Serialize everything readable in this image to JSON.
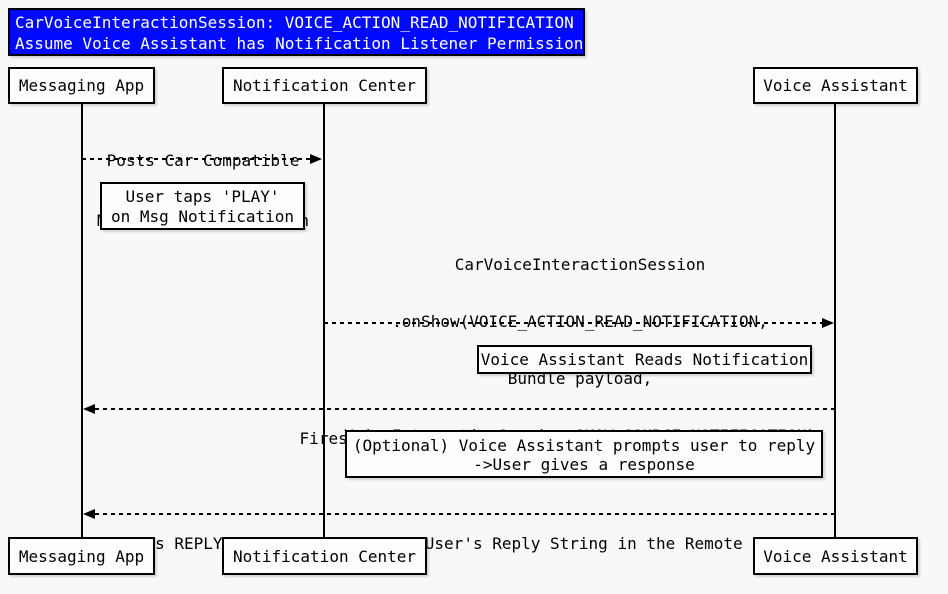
{
  "title": {
    "line1": "CarVoiceInteractionSession: VOICE_ACTION_READ_NOTIFICATION",
    "line2": "Assume Voice Assistant has Notification Listener Permission"
  },
  "actors": {
    "messaging_app": "Messaging App",
    "notification_center": "Notification Center",
    "voice_assistant": "Voice Assistant"
  },
  "messages": [
    {
      "from": "Messaging App",
      "to": "Notification Center",
      "lines": [
        "Posts Car Compatible",
        "Messaging Notification"
      ]
    },
    {
      "from": "Notification Center",
      "to": "Voice Assistant",
      "lines": [
        "CarVoiceInteractionSession",
        ".onShow(VOICE_ACTION_READ_NOTIFICATION,",
        "Bundle payload,",
        "VoiceInteractionSession.SHOW_SOURCE_NOTIFICATION)"
      ]
    },
    {
      "from": "Voice Assistant",
      "to": "Messaging App",
      "lines": [
        "Fires MARK_AS_READ Pending Intent"
      ]
    },
    {
      "from": "Voice Assistant",
      "to": "Messaging App",
      "lines": [
        "Fires REPLY Pending Intent with User's Reply String in the Remote Input"
      ]
    }
  ],
  "notes": [
    {
      "lines": [
        "User taps 'PLAY'",
        "on Msg Notification"
      ]
    },
    {
      "lines": [
        "Voice Assistant Reads Notification"
      ]
    },
    {
      "lines": [
        "(Optional) Voice Assistant prompts user to reply",
        "->User gives a response"
      ]
    }
  ],
  "colors": {
    "title_bg": "#0009ff",
    "title_text": "#ffffff",
    "line_color": "#000000",
    "box_bg": "#fdfdfd",
    "page_bg": "#f8f8f8"
  }
}
